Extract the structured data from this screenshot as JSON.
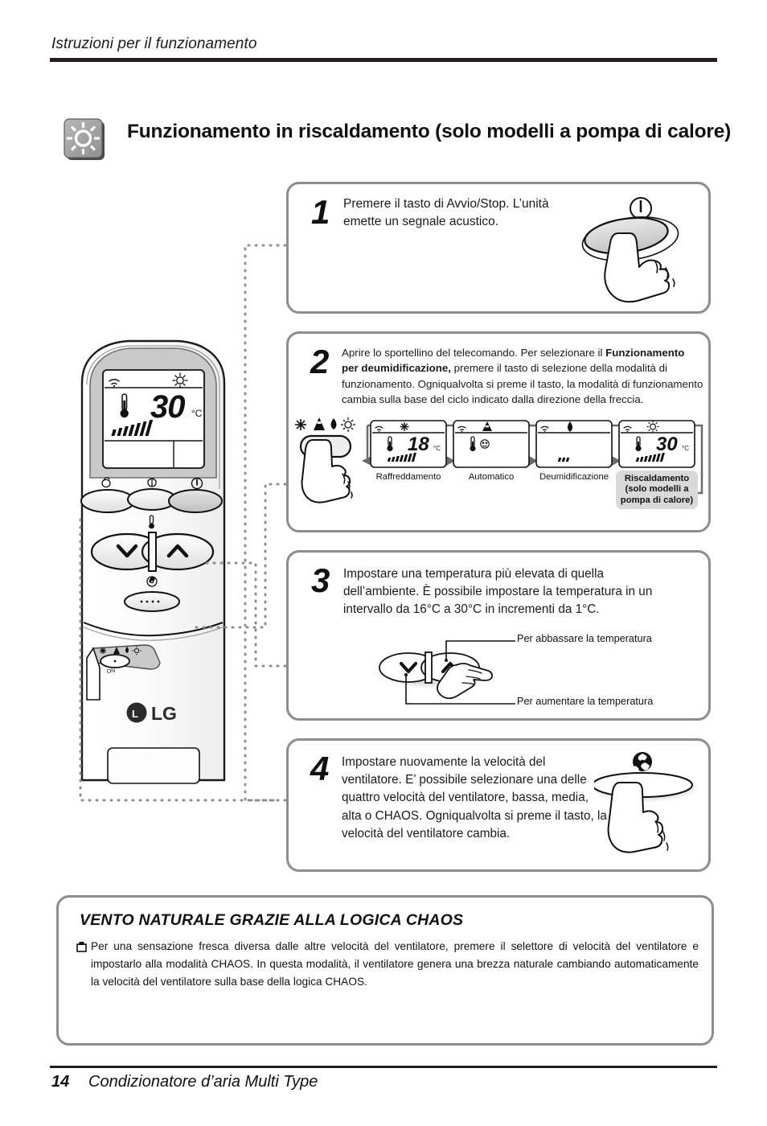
{
  "header": {
    "title": "Istruzioni per il funzionamento"
  },
  "section": {
    "icon": "sun-heat-icon",
    "title": "Funzionamento in riscaldamento (solo modelli a pompa di calore)"
  },
  "steps": [
    {
      "number": "1",
      "text": "Premere il tasto di Avvio/Stop. L’unità emette un segnale acustico.",
      "illustration": "power-button-press"
    },
    {
      "number": "2",
      "text_lead": "Aprire lo sportellino del telecomando. Per selezionare il ",
      "text_bold": "Funzionamento per deumidificazione,",
      "text_rest": " premere il tasto di selezione della modalità di funzionamento. Ogniqualvolta si preme il tasto, la modalità di funzionamento cambia sulla base del ciclo indicato dalla direzione della freccia.",
      "illustration": "mode-button-press"
    },
    {
      "number": "3",
      "text": "Impostare una temperatura più elevata di quella dell’ambiente. È possibile impostare la temperatura in un intervallo da 16°C a 30°C in incrementi da 1°C.",
      "illustration": "temp-up-down-buttons"
    },
    {
      "number": "4",
      "text": "Impostare nuovamente la velocità del ventilatore. E’ possibile selezionare una delle quattro velocità del ventilatore, bassa, media, alta o CHAOS. Ogniqualvolta si preme il tasto, la velocità del ventilatore cambia.",
      "illustration": "fan-speed-button-press"
    }
  ],
  "mode_cycle": {
    "modes": [
      {
        "label": "Raffreddamento",
        "icon": "snowflake-icon",
        "temp": "18",
        "unit": "°C",
        "fan_bars": "large",
        "highlighted": false
      },
      {
        "label": "Automatico",
        "icon": "auto-triangle-icon",
        "temp": "",
        "unit": "",
        "fan_bars": "none",
        "highlighted": false
      },
      {
        "label": "Deumidificazione",
        "icon": "droplet-icon",
        "temp": "",
        "unit": "",
        "fan_bars": "small",
        "highlighted": false
      },
      {
        "label": "Riscaldamento\n(solo modelli a\npompa di calore)",
        "icon": "sun-icon",
        "temp": "30",
        "unit": "°C",
        "fan_bars": "large",
        "highlighted": true
      }
    ],
    "mode_button_icons": [
      "snowflake-icon",
      "auto-triangle-icon",
      "droplet-icon",
      "sun-icon"
    ]
  },
  "temp_callouts": {
    "down": "Per abbassare la temperatura",
    "up": "Per aumentare la temperatura"
  },
  "remote": {
    "display_temp": "30",
    "display_unit": "°C",
    "display_mode_icon": "sun-icon",
    "signal_icon": "signal-icon",
    "thermometer_icon": "thermometer-icon",
    "brand": "LG",
    "buttons": [
      "swing-button",
      "fan-speed-button",
      "power-button",
      "temp-down-button",
      "temp-up-button",
      "mode-select-button"
    ]
  },
  "note": {
    "title": "VENTO NATURALE GRAZIE ALLA LOGICA CHAOS",
    "bullet": "❯",
    "body": "Per una sensazione fresca diversa dalle altre velocità del ventilatore, premere il selettore di velocità del ventilatore e impostarlo alla modalità CHAOS. In questa modalità, il ventilatore genera una brezza naturale cambiando automaticamente la velocità del ventilatore sulla base della logica CHAOS."
  },
  "footer": {
    "page_number": "14",
    "text": "Condizionatore d’aria Multi Type"
  },
  "colors": {
    "border_gray": "#8d8d8d",
    "rule_black": "#231f20",
    "highlight_gray": "#d9d9d9",
    "lcd_gray": "#c9c9c9"
  }
}
